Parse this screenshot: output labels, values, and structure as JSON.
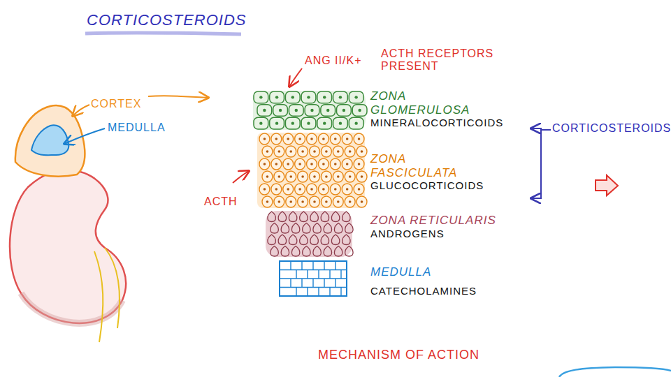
{
  "diagram": {
    "title": "CORTICOSTEROIDS",
    "nodes": [
      {
        "text": [
          "ZONA GLOMERULOSA",
          "MINERALOCORTICOIDS"
        ]
      },
      {
        "text": [
          "ZONA FASCICULATA",
          "GLUCOCORTICOIDS"
        ]
      },
      {
        "text": [
          "ZONA RETICULARIS",
          "ANDROGENS"
        ]
      },
      {
        "text": [
          "MEDULLA",
          "CATECHOLAMINES"
        ]
      }
    ],
    "labels": [
      "CORTEX",
      "MEDULLA",
      "ANG II/K+",
      "ACTH RECEPTORS PRESENT",
      "ACTH",
      "CORTICOSTEROIDS",
      "MECHANISM OF ACTION"
    ]
  }
}
